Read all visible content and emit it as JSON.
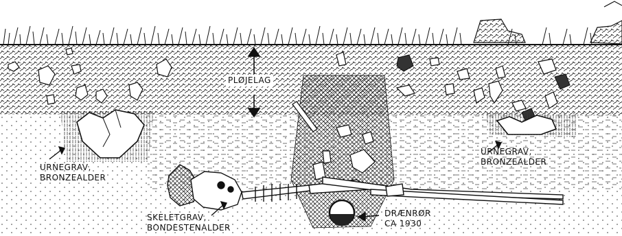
{
  "labels": {
    "plow_layer": "PLØJELAG",
    "urn_left": {
      "line1": "URNEGRAV,",
      "line2": "BRONZEALDER"
    },
    "urn_right": {
      "line1": "URNEGRAV,",
      "line2": "BRONZEALDER"
    },
    "skeleton": {
      "line1": "SKELETGRAV,",
      "line2": "BONDESTENALDER"
    },
    "drain": {
      "line1": "DRÆNRØR",
      "line2": "CA 1930"
    }
  }
}
